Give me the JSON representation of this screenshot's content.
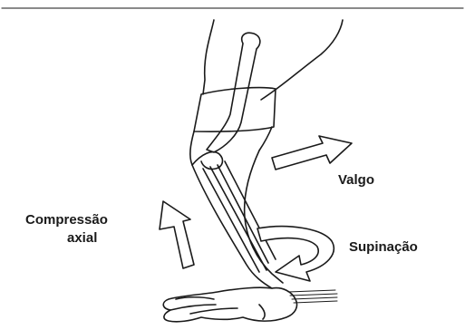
{
  "labels": {
    "compressao_line1": "Compressão",
    "compressao_line2": "axial",
    "valgo": "Valgo",
    "supinacao": "Supinação"
  },
  "colors": {
    "line": "#1a1a1a",
    "background": "#ffffff"
  }
}
